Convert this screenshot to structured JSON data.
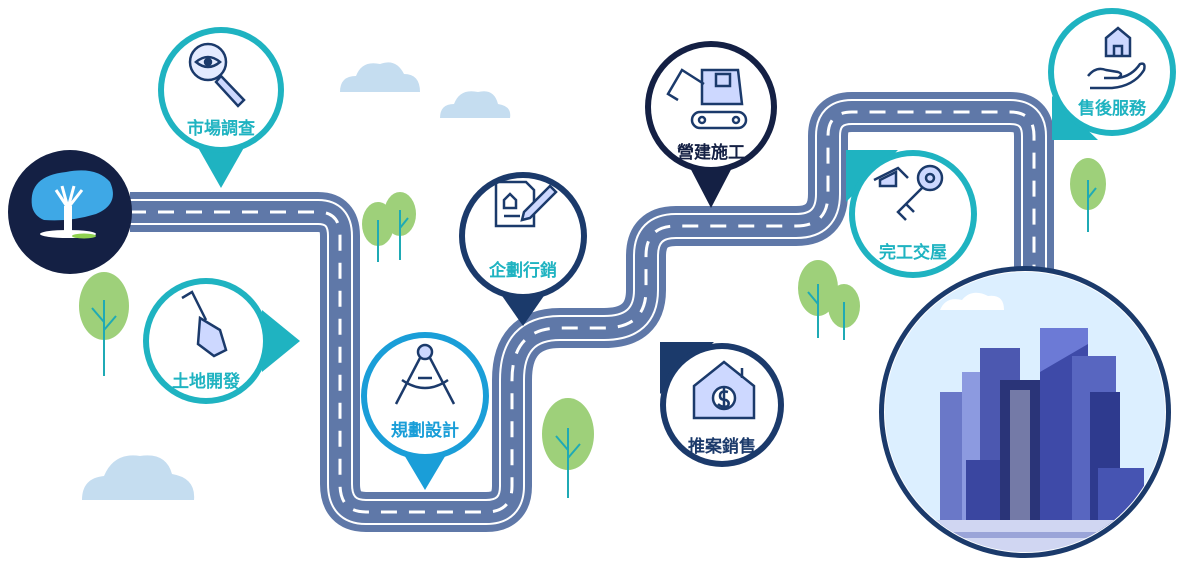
{
  "steps": {
    "market_research": "市場調查",
    "land_development": "土地開發",
    "planning_design": "規劃設計",
    "planning_marketing": "企劃行銷",
    "construction": "營建施工",
    "sales": "推案銷售",
    "completion_handover": "完工交屋",
    "after_sales": "售後服務"
  },
  "icons": {
    "logo": "tree-logo-icon",
    "market_research": "magnifier-eye-icon",
    "land_development": "shovel-icon",
    "planning_design": "drafting-compass-icon",
    "planning_marketing": "document-pen-icon",
    "construction": "excavator-icon",
    "sales": "house-dollar-icon",
    "completion_handover": "house-key-icon",
    "after_sales": "hand-house-icon"
  },
  "colors": {
    "road": "#5f78a8",
    "teal": "#1fb3c1",
    "sky_blue": "#1a9ed8",
    "navy": "#142044",
    "dark_blue": "#1b3a6b",
    "icon_fill": "#cdd8ff"
  }
}
